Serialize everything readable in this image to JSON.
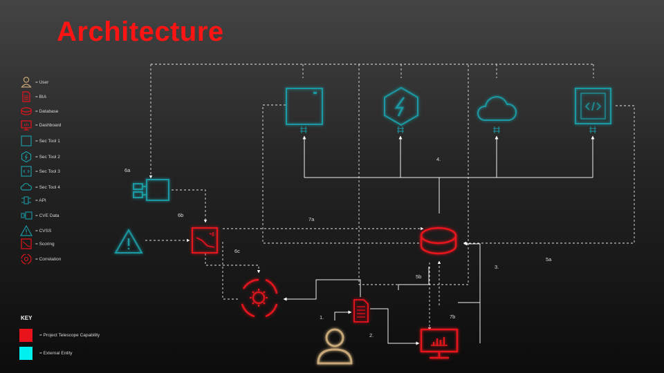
{
  "title": "Architecture",
  "legend": [
    {
      "icon": "user-icon",
      "label": "= User"
    },
    {
      "icon": "bia-icon",
      "label": "= BIA"
    },
    {
      "icon": "database-icon",
      "label": "= Database"
    },
    {
      "icon": "dashboard-icon",
      "label": "= Dashboard"
    },
    {
      "icon": "sec-tool-1-icon",
      "label": "= Sec Tool 1"
    },
    {
      "icon": "sec-tool-2-icon",
      "label": "= Sec Tool 2"
    },
    {
      "icon": "sec-tool-3-icon",
      "label": "= Sec Tool 3"
    },
    {
      "icon": "sec-tool-4-icon",
      "label": "= Sec Tool 4"
    },
    {
      "icon": "api-icon",
      "label": "= API"
    },
    {
      "icon": "cve-data-icon",
      "label": "= CVE Data"
    },
    {
      "icon": "cvss-icon",
      "label": "= CVSS"
    },
    {
      "icon": "scoring-icon",
      "label": "= Scoring"
    },
    {
      "icon": "correlation-icon",
      "label": "= Correlation"
    }
  ],
  "key": {
    "title": "KEY",
    "items": [
      {
        "color": "#e8131b",
        "label": "= Project Telescope Capability"
      },
      {
        "color": "#00f0f0",
        "label": "= External Entity"
      }
    ]
  },
  "step_labels": {
    "s1": "1.",
    "s2": "2.",
    "s3": "3.",
    "s4": "4.",
    "s5a": "5a",
    "s5b": "5b",
    "s6a": "6a",
    "s6b": "6b",
    "s6c": "6c",
    "s7a": "7a",
    "s7b": "7b"
  },
  "colors": {
    "capability_red": "#e8131b",
    "external_teal": "#1a9aa4",
    "user_gold": "#c8a878",
    "title_red": "#ff1414"
  }
}
